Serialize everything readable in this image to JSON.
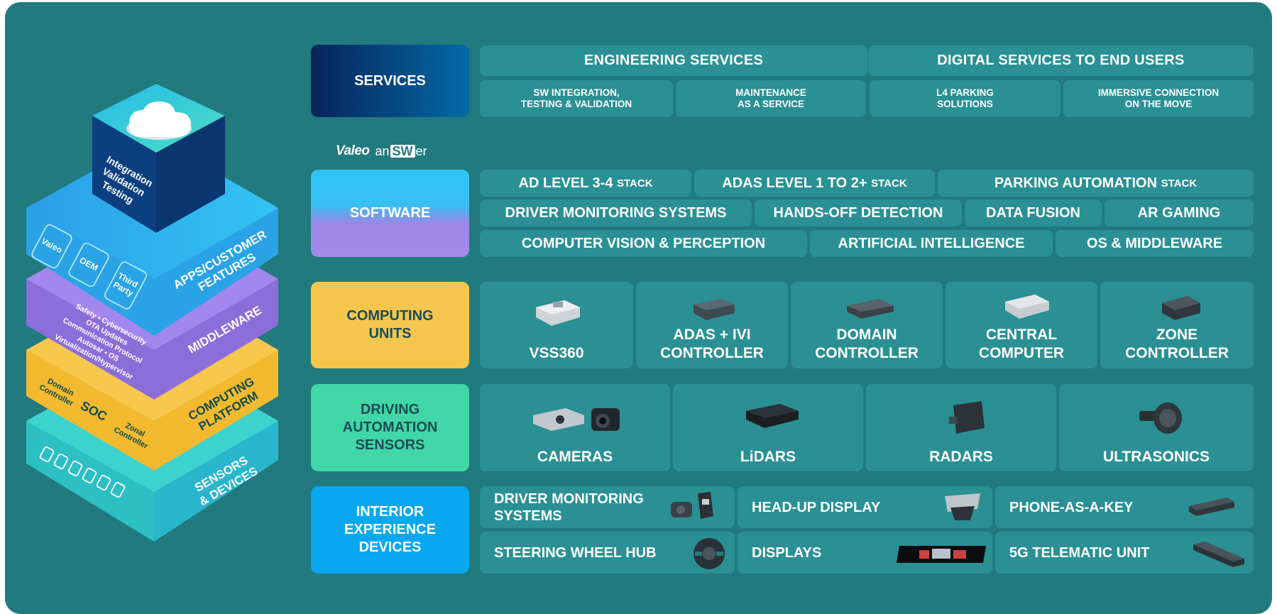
{
  "colors": {
    "background": "#217a7e",
    "tile": "#2a9094",
    "services": "#06306a",
    "software_top": "#2ec5f5",
    "software_bottom": "#9a80e8",
    "computing": "#f5c64d",
    "sensors": "#41d6a6",
    "interior": "#07a8ef"
  },
  "stack": {
    "top_box": "Integration\nValidation\nTesting",
    "apps": {
      "label": "APPS/CUSTOMER\nFEATURES",
      "chips": [
        "Valeo",
        "OEM",
        "Third\nParty"
      ]
    },
    "middleware": {
      "label": "MIDDLEWARE",
      "details": "Safety • Cybersecurity\nOTA Updates\nCommunication Protocol\nAutosar • OS\nVirtualization/Hypervisor"
    },
    "computing": {
      "label": "COMPUTING\nPLATFORM",
      "left": "Domain\nController",
      "center": "SOC",
      "right": "Zonal\nController"
    },
    "sensors": {
      "label": "SENSORS\n& DEVICES"
    }
  },
  "brand": {
    "valeo": "Valeo",
    "answer_pre": "an",
    "answer_box": "SW",
    "answer_post": "er"
  },
  "services": {
    "category": "SERVICES",
    "heads": [
      "ENGINEERING SERVICES",
      "DIGITAL SERVICES TO END USERS"
    ],
    "items": [
      "SW INTEGRATION,\nTESTING & VALIDATION",
      "MAINTENANCE\nAS A SERVICE",
      "L4 PARKING\nSOLUTIONS",
      "IMMERSIVE CONNECTION\nON THE MOVE"
    ]
  },
  "software": {
    "category": "SOFTWARE",
    "stack_suffix": "STACK",
    "row1": [
      "AD LEVEL 3-4",
      "ADAS LEVEL 1 TO 2+",
      "PARKING AUTOMATION"
    ],
    "row2": [
      "DRIVER MONITORING SYSTEMS",
      "HANDS-OFF DETECTION",
      "DATA FUSION",
      "AR GAMING"
    ],
    "row3": [
      "COMPUTER VISION & PERCEPTION",
      "ARTIFICIAL INTELLIGENCE",
      "OS & MIDDLEWARE"
    ]
  },
  "computing": {
    "category": "COMPUTING\nUNITS",
    "items": [
      "VSS360",
      "ADAS + IVI\nCONTROLLER",
      "DOMAIN\nCONTROLLER",
      "CENTRAL\nCOMPUTER",
      "ZONE\nCONTROLLER"
    ]
  },
  "sensors": {
    "category": "DRIVING\nAUTOMATION\nSENSORS",
    "items": [
      "CAMERAS",
      "LiDARS",
      "RADARS",
      "ULTRASONICS"
    ]
  },
  "interior": {
    "category": "INTERIOR\nEXPERIENCE\nDEVICES",
    "items": [
      "DRIVER MONITORING\nSYSTEMS",
      "HEAD-UP DISPLAY",
      "PHONE-AS-A-KEY",
      "STEERING WHEEL HUB",
      "DISPLAYS",
      "5G TELEMATIC UNIT"
    ]
  }
}
